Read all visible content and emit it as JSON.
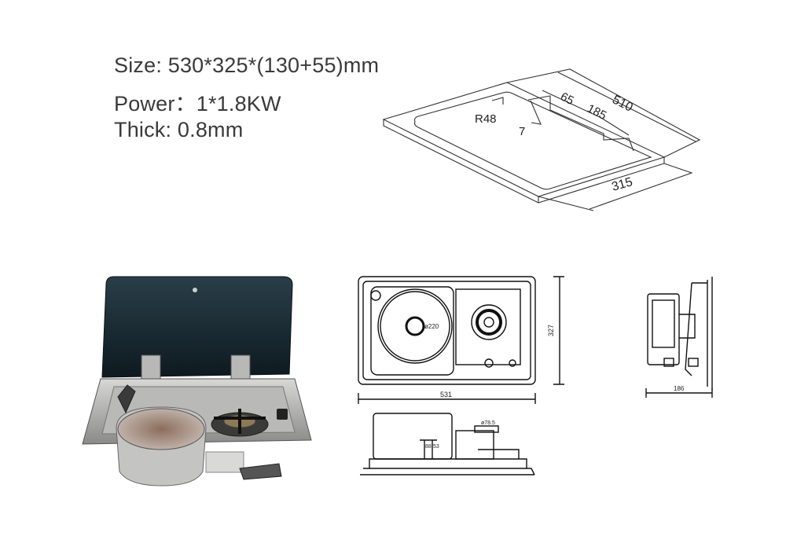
{
  "specs": {
    "size": "Size: 530*325*(130+55)mm",
    "power": "Power：1*1.8KW",
    "thick": "Thick: 0.8mm"
  },
  "cutout_drawing": {
    "dim_510": "510",
    "dim_65": "65",
    "dim_185": "185",
    "dim_315": "315",
    "dim_r48": "R48",
    "dim_7": "7"
  },
  "top_view": {
    "width_label": "531",
    "depth_label": "327",
    "bowl_label": "ø220"
  },
  "side_view": {
    "depth_label": "186"
  },
  "front_view": {
    "label_a": "ø78.5",
    "label_b": "88",
    "label_c": "53"
  }
}
